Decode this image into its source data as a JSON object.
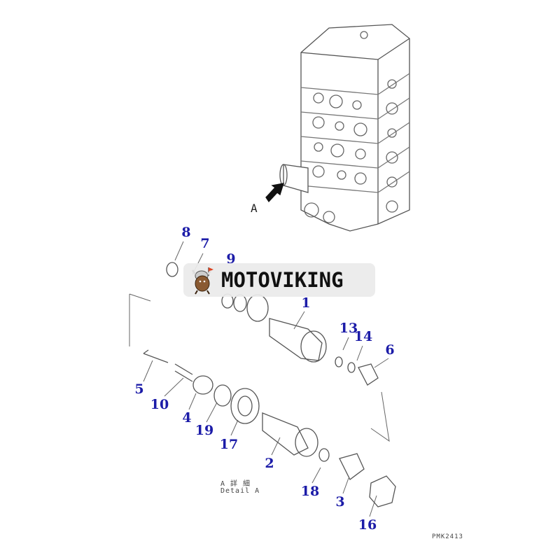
{
  "diagram": {
    "view_marker": "A",
    "callouts": [
      "8",
      "7",
      "9",
      "1",
      "13",
      "14",
      "6",
      "5",
      "10",
      "4",
      "19",
      "17",
      "2",
      "18",
      "3",
      "16"
    ],
    "detail_caption_jp": "A 詳 細",
    "detail_caption_en": "Detail A",
    "drawing_code": "PMK2413",
    "callout_color": "#1c1ca8"
  },
  "watermark": {
    "brand": "MOTOVIKING"
  }
}
